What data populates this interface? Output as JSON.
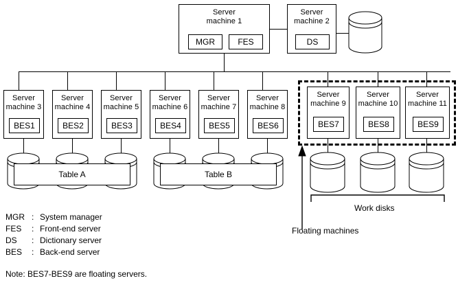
{
  "diagram": {
    "title_nodes": {
      "sm1": {
        "line1": "Server",
        "line2": "machine 1"
      },
      "sm2": {
        "line1": "Server",
        "line2": "machine 2"
      }
    },
    "top_servers": [
      {
        "name": "MGR",
        "label": "MGR"
      },
      {
        "name": "FES",
        "label": "FES"
      },
      {
        "name": "DS",
        "label": "DS"
      }
    ],
    "machines": [
      {
        "line1": "Server",
        "line2": "machine 3",
        "server": "BES1",
        "floating": false
      },
      {
        "line1": "Server",
        "line2": "machine 4",
        "server": "BES2",
        "floating": false
      },
      {
        "line1": "Server",
        "line2": "machine 5",
        "server": "BES3",
        "floating": false
      },
      {
        "line1": "Server",
        "line2": "machine 6",
        "server": "BES4",
        "floating": false
      },
      {
        "line1": "Server",
        "line2": "machine 7",
        "server": "BES5",
        "floating": false
      },
      {
        "line1": "Server",
        "line2": "machine 8",
        "server": "BES6",
        "floating": false
      },
      {
        "line1": "Server",
        "line2": "machine 9",
        "server": "BES7",
        "floating": true
      },
      {
        "line1": "Server",
        "line2": "machine 10",
        "server": "BES8",
        "floating": true
      },
      {
        "line1": "Server",
        "line2": "machine 11",
        "server": "BES9",
        "floating": true
      }
    ],
    "tables": [
      {
        "label": "Table A"
      },
      {
        "label": "Table B"
      }
    ],
    "annotations": {
      "work_disks": "Work disks",
      "floating_machines": "Floating machines"
    },
    "legend": [
      {
        "key": "MGR",
        "colon": ":",
        "desc": "System manager"
      },
      {
        "key": "FES",
        "colon": ":",
        "desc": "Front-end server"
      },
      {
        "key": "DS",
        "colon": ":",
        "desc": "Dictionary server"
      },
      {
        "key": "BES",
        "colon": ":",
        "desc": "Back-end server"
      }
    ],
    "note": "Note:  BES7-BES9 are floating servers.",
    "colors": {
      "stroke": "#000000",
      "background": "#ffffff"
    }
  }
}
